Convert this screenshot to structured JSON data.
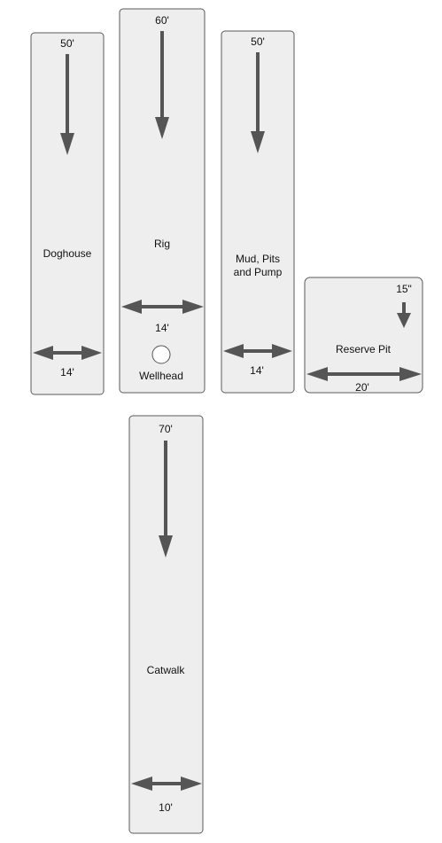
{
  "colors": {
    "box_fill": "#eeeeee",
    "box_stroke": "#5a5a5a",
    "arrow": "#555555",
    "text": "#111111"
  },
  "doghouse": {
    "name": "Doghouse",
    "length": "50'",
    "width": "14'"
  },
  "rig": {
    "name": "Rig",
    "length": "60'",
    "width": "14'",
    "wellhead": "Wellhead"
  },
  "mud": {
    "name_line1": "Mud, Pits",
    "name_line2": "and Pump",
    "length": "50'",
    "width": "14'"
  },
  "reserve_pit": {
    "name": "Reserve Pit",
    "depth": "15\"",
    "width": "20'"
  },
  "catwalk": {
    "name": "Catwalk",
    "length": "70'",
    "width": "10'"
  }
}
